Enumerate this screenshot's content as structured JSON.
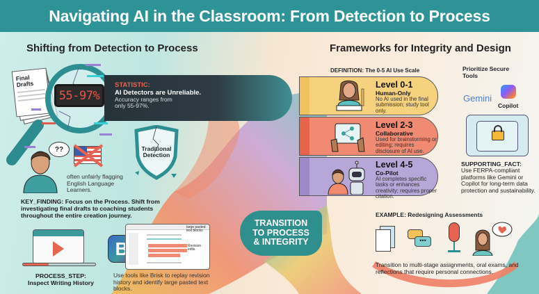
{
  "header": {
    "title": "Navigating AI in the Classroom: From Detection to Process"
  },
  "left": {
    "title": "Shifting from Detection to Process",
    "drafts_label": "Final Drafts",
    "lcd_value": "55-97%",
    "statistic": {
      "label": "STATISTIC:",
      "headline": "AI Detectors are Unreliable.",
      "text": "Accuracy ranges from only 55-97%."
    },
    "shield_label": "Traditional Detection",
    "thought_bubble": "??",
    "ell_text": "often unfairly flagging English Language Learners.",
    "key_finding": "KEY_FINDING: Focus on the Process. Shift from investigating final drafts to coaching students throughout the entire creation journey.",
    "process_step": {
      "label": "PROCESS_STEP:",
      "title": "Inspect Writing History"
    },
    "brisk": {
      "logo_letter": "B",
      "callout_pasted": "large pasted text blocks",
      "callout_revision": "Revision edits",
      "text": "Use tools like Brisk to replay revision history and identify large pasted text blocks."
    }
  },
  "right": {
    "title": "Frameworks for Integrity and Design",
    "definition": "DEFINITION: The 0-5 AI Use Scale",
    "levels": [
      {
        "title": "Level 0-1",
        "subtitle": "Human-Only",
        "desc": "No AI used in the final submission; study tool only.",
        "color": "#f6d27e"
      },
      {
        "title": "Level 2-3",
        "subtitle": "Collaborative",
        "desc": "Used for brainstorming or editing; requires disclosure of AI use.",
        "color": "#f08a72"
      },
      {
        "title": "Level 4-5",
        "subtitle": "Co-Pilot",
        "desc": "AI completes specific tasks or enhances creativity; requires proper citation.",
        "color": "#b7a6d8"
      }
    ],
    "secure": {
      "title": "Prioritize Secure Tools",
      "tool1": "Gemini",
      "tool2": "Copilot",
      "fact_label": "SUPPORTING_FACT:",
      "fact_text": "Use FERPA-compliant platforms like Gemini or Copilot for long-term data protection and sustainability."
    },
    "transition": [
      "TRANSITION",
      "TO PROCESS",
      "& INTEGRITY"
    ],
    "example": {
      "title": "EXAMPLE: Redesigning Assessments",
      "text": "Transition to multi-stage assignments, oral exams, and reflections that require personal connections."
    }
  },
  "colors": {
    "teal": "#2e9396",
    "coral": "#e86452",
    "yellow": "#f6d27e",
    "purple": "#b7a6d8",
    "dark": "#263238"
  }
}
